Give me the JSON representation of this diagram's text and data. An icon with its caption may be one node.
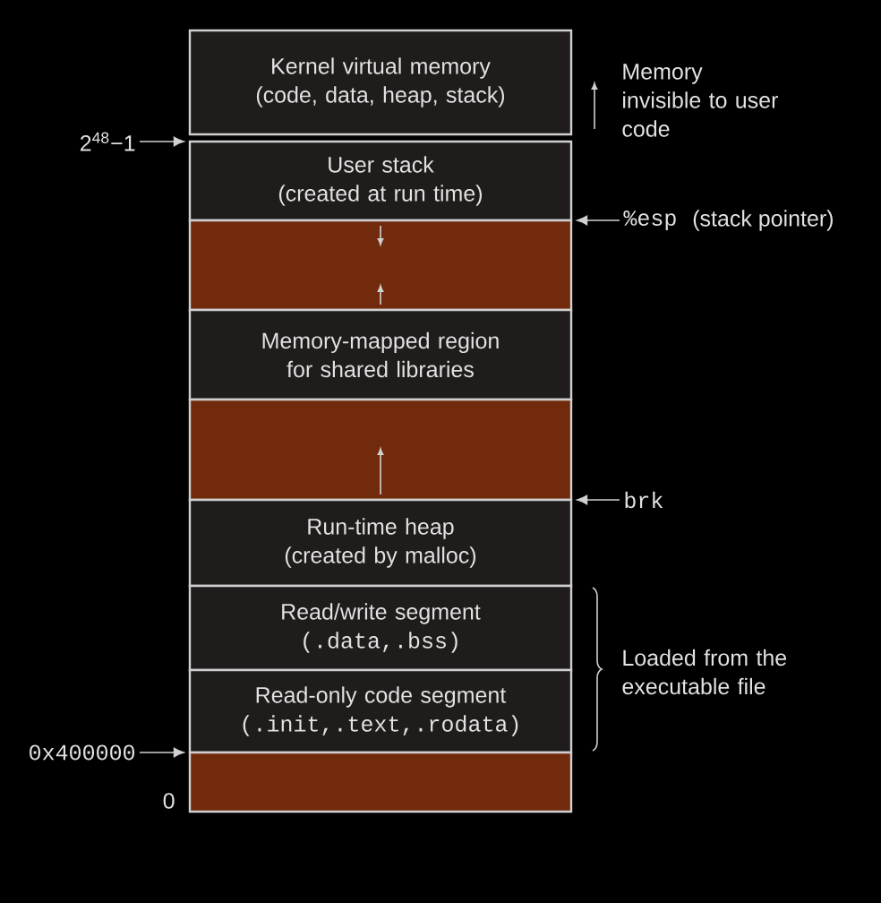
{
  "diagram": {
    "nodes": [
      {
        "text": [
          "Kernel virtual memory",
          "(code, data, heap, stack)"
        ]
      },
      {
        "text": [
          "User stack",
          "(created at run time)"
        ]
      },
      {
        "text": [],
        "shape": "box"
      },
      {
        "text": [
          "Memory-mapped region for shared libraries"
        ]
      },
      {
        "text": [],
        "shape": "box"
      },
      {
        "text": [
          "Run-time heap",
          "(created by malloc)"
        ]
      },
      {
        "text": [
          "Read/write segment",
          "(.data,.bss)"
        ]
      },
      {
        "text": [
          "Read-only code segment",
          "(.init,.text,.rodata)"
        ]
      },
      {
        "text": [],
        "shape": "box"
      },
      {
        "text": [
          "2$^{48}$−1"
        ]
      },
      {
        "text": [
          "%esp"
        ],
        "beside": [
          "(stack pointer)"
        ]
      },
      {
        "text": [
          "brk"
        ]
      },
      {
        "text": [
          "0x400000"
        ]
      }
    ],
    "edges": [
      {
        "from": 9,
        "to": 1,
        "arrow": "to"
      },
      {
        "from": 10,
        "to": 2,
        "arrow": "to"
      },
      {
        "from": 11,
        "to": 5,
        "arrow": "to"
      },
      {
        "from": 12,
        "to": 8,
        "arrow": "to"
      }
    ],
    "labels": [
      "Memory invisible to user code",
      "Loaded from the executable file",
      "0"
    ]
  }
}
